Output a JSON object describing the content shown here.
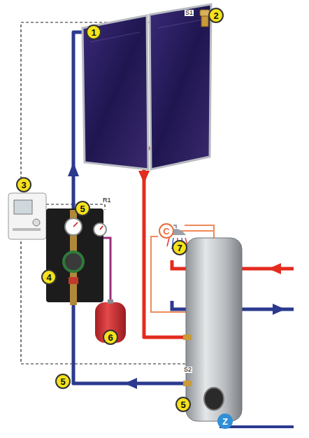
{
  "diagram": {
    "nodes": [
      {
        "text": [
          "2"
        ]
      },
      {
        "text": [
          "1"
        ]
      },
      {
        "text": [
          "3"
        ]
      },
      {
        "text": [
          "5"
        ]
      },
      {
        "text": [
          "C"
        ]
      },
      {
        "text": [
          "7"
        ]
      },
      {
        "text": [
          "4"
        ]
      },
      {
        "text": [
          "6"
        ]
      },
      {
        "text": [
          "5"
        ]
      },
      {
        "text": [
          "5"
        ]
      },
      {
        "text": [
          "Z"
        ]
      }
    ],
    "labels": [
      "S1",
      "R1",
      "S2"
    ]
  }
}
